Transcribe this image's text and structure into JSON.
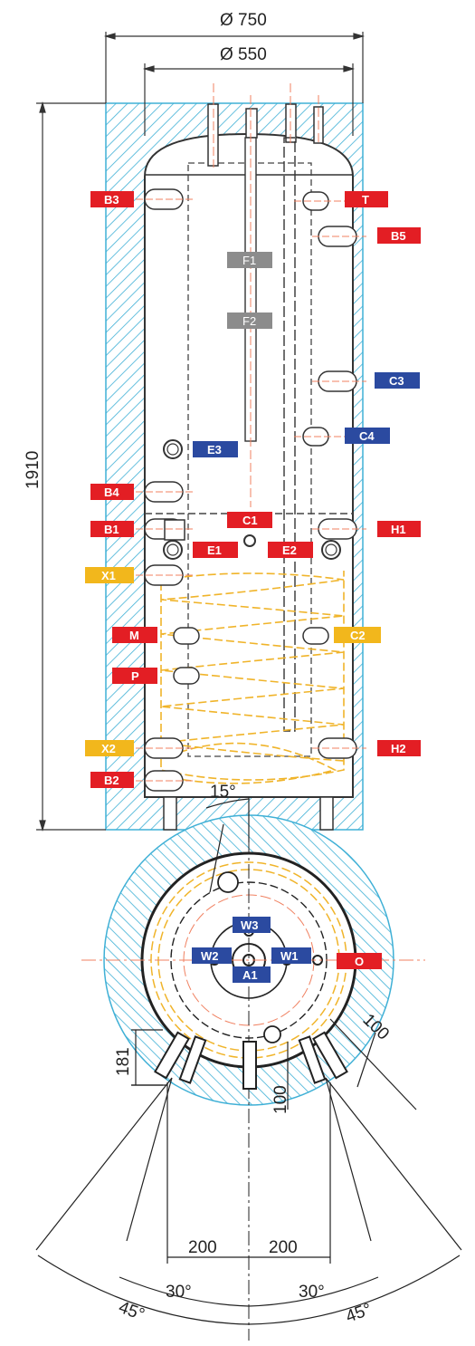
{
  "dimensions": {
    "outer_diameter": "Ø 750",
    "inner_diameter": "Ø 550",
    "height": "1910",
    "angle_top": "15°",
    "offset_100_right": "100",
    "offset_100_bottom": "100",
    "height_181": "181",
    "width_left": "200",
    "width_right": "200",
    "angle_30_left": "30°",
    "angle_30_right": "30°",
    "angle_45_left": "45°",
    "angle_45_right": "45°"
  },
  "colors": {
    "red": "#e31e24",
    "blue": "#2b4aa0",
    "yellow": "#f2b71c",
    "gray": "#8c8c8c",
    "hatch": "#3fb0d6",
    "coil": "#f0b42a"
  },
  "connections": {
    "B3": "B3",
    "T": "T",
    "B5": "B5",
    "F1": "F1",
    "F2": "F2",
    "C3": "C3",
    "C4": "C4",
    "E3": "E3",
    "B4": "B4",
    "B1": "B1",
    "C1": "C1",
    "H1": "H1",
    "E1": "E1",
    "E2": "E2",
    "X1": "X1",
    "M": "M",
    "C2": "C2",
    "P": "P",
    "X2": "X2",
    "H2": "H2",
    "B2": "B2",
    "W3": "W3",
    "W2": "W2",
    "W1": "W1",
    "O": "O",
    "A1": "A1"
  }
}
